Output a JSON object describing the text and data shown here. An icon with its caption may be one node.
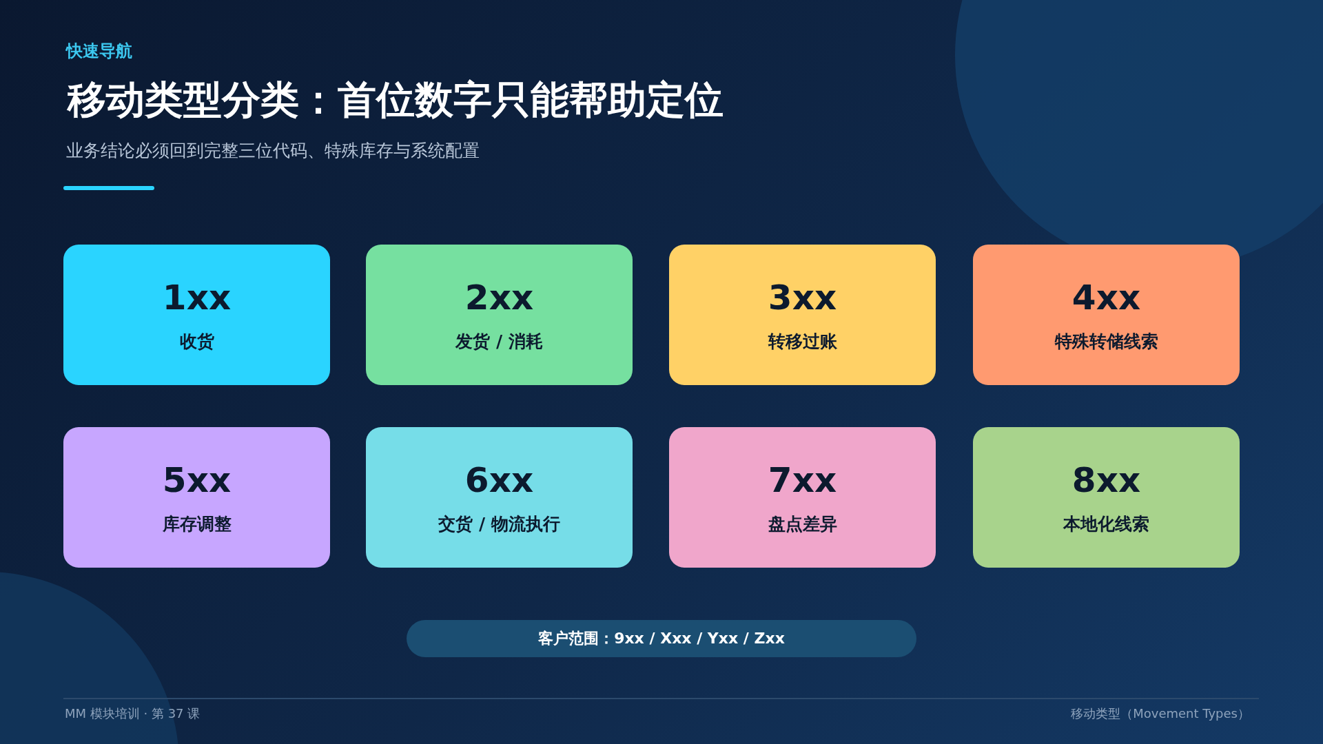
{
  "diagram": {
    "title": "移动类型分类：首位数字只能帮助定位",
    "nodes": [
      {
        "text": [
          "1xx",
          "收货"
        ]
      },
      {
        "text": [
          "2xx",
          "发货 / 消耗"
        ]
      },
      {
        "text": [
          "3xx",
          "转移过账"
        ]
      },
      {
        "text": [
          "4xx",
          "特殊转储线索"
        ]
      },
      {
        "text": [
          "5xx",
          "库存调整"
        ]
      },
      {
        "text": [
          "6xx",
          "交货 / 物流执行"
        ]
      },
      {
        "text": [
          "7xx",
          "盘点差异"
        ]
      },
      {
        "text": [
          "8xx",
          "本地化线索"
        ]
      },
      {
        "text": [
          "客户范围：9xx / Xxx / Yxx / Zxx"
        ]
      }
    ],
    "labels": [
      "快速导航",
      "业务结论必须回到完整三位代码、特殊库存与系统配置",
      "MM 模块培训 · 第 37 课",
      "移动类型（Movement Types）"
    ]
  }
}
